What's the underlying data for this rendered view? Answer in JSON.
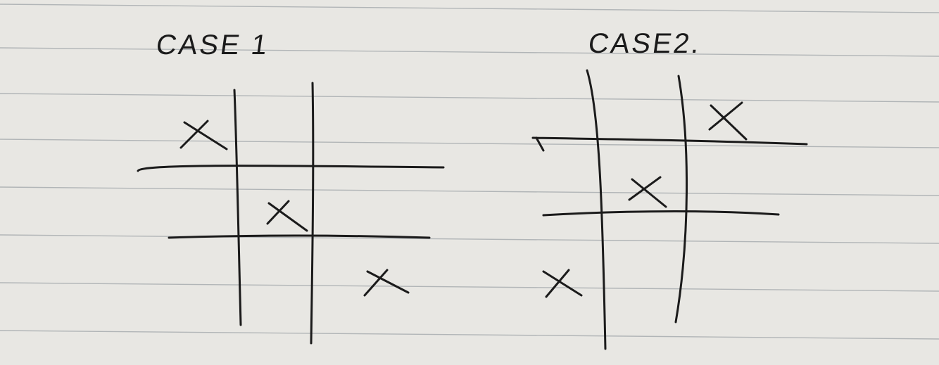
{
  "paper": {
    "background": "#e8e7e3",
    "rule_color": "#9aa0a4",
    "ink_color": "#1b1b1b"
  },
  "sketches": [
    {
      "label": "CASE 1",
      "marks": [
        {
          "symbol": "X",
          "row": 1,
          "col": 1
        },
        {
          "symbol": "X",
          "row": 2,
          "col": 2
        },
        {
          "symbol": "X",
          "row": 3,
          "col": 3
        }
      ]
    },
    {
      "label": "CASE2.",
      "marks": [
        {
          "symbol": "X",
          "row": 1,
          "col": 3
        },
        {
          "symbol": "X",
          "row": 2,
          "col": 2
        },
        {
          "symbol": "X",
          "row": 3,
          "col": 1
        }
      ]
    }
  ]
}
